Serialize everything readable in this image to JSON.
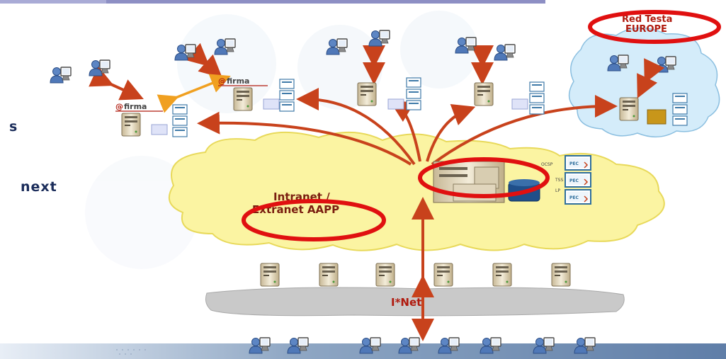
{
  "slide": {
    "side_text_top": "s",
    "side_text_bottom": "next",
    "brand_label": "firma"
  },
  "diagram": {
    "top_right_label_line1": "Red Testa",
    "top_right_label_line2": "EUROPE",
    "intranet_label_line1": "Intranet /",
    "intranet_label_line2": "Extranet  AAPP",
    "inet_label": "I*Net",
    "central_server_tags": [
      "OCSP",
      "TSS",
      "LP"
    ],
    "card_label": "PEC"
  },
  "colors": {
    "arrow": "#c8421c",
    "arrow_orange": "#f0a020",
    "highlight_ring": "#e01010",
    "intranet_cloud": "#fbf4a2",
    "europe_cloud": "#d4ecfa",
    "inet_bar": "#c9c9c9",
    "user_blue": "#4f78b8",
    "server_beige": "#e9dfc5",
    "top_bar": "#8d8fc4",
    "text_dark": "#1a2c5a",
    "text_red": "#b01a0e"
  }
}
